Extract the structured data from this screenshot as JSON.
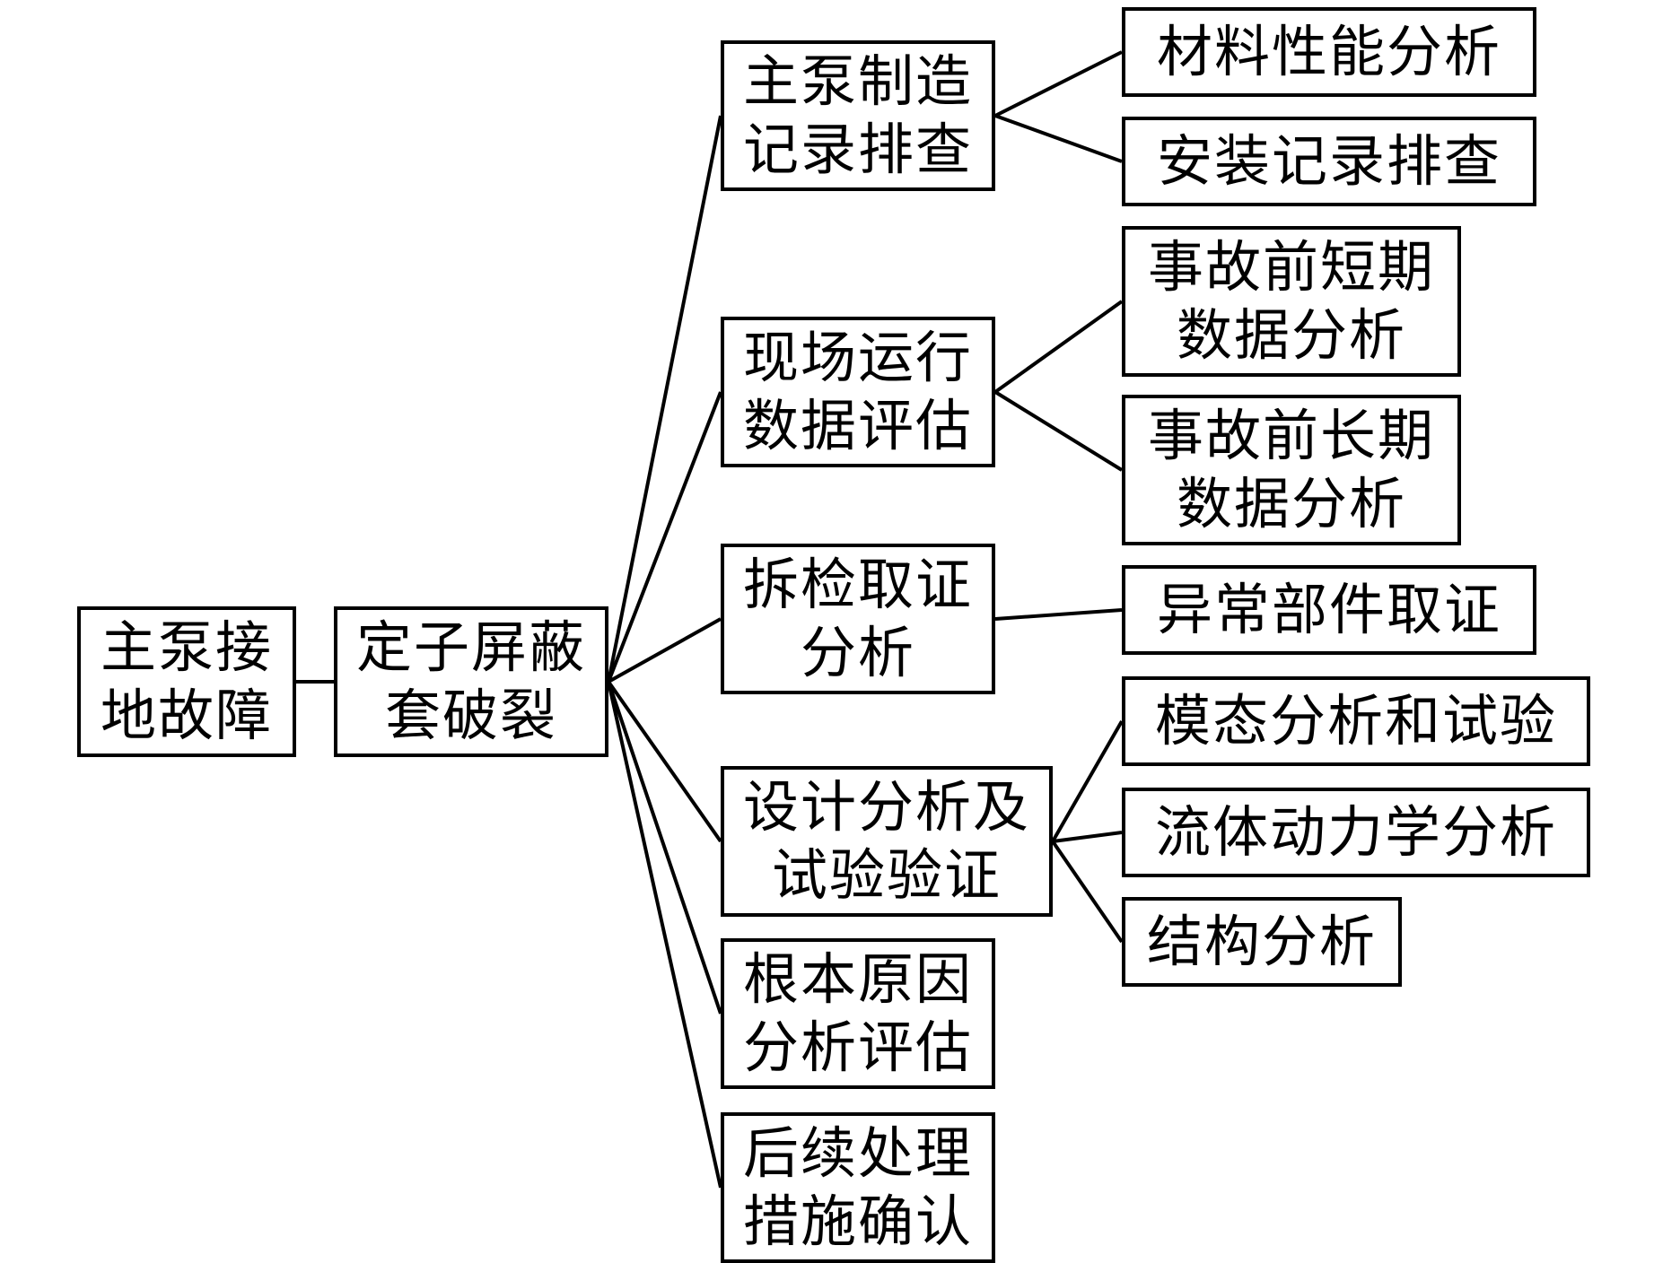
{
  "diagram": {
    "root": {
      "id": "root",
      "label": "主泵接\n地故障",
      "child": {
        "id": "stator",
        "label": "定子屏蔽\n套破裂",
        "children": [
          {
            "id": "manufacturing",
            "label": "主泵制造\n记录排查",
            "children": [
              {
                "id": "material",
                "label": "材料性能分析"
              },
              {
                "id": "installation",
                "label": "安装记录排查"
              }
            ]
          },
          {
            "id": "operation",
            "label": "现场运行\n数据评估",
            "children": [
              {
                "id": "short-term",
                "label": "事故前短期\n数据分析"
              },
              {
                "id": "long-term",
                "label": "事故前长期\n数据分析"
              }
            ]
          },
          {
            "id": "teardown",
            "label": "拆检取证\n分析",
            "children": [
              {
                "id": "abnormal-parts",
                "label": "异常部件取证"
              }
            ]
          },
          {
            "id": "design",
            "label": "设计分析及\n试验验证",
            "children": [
              {
                "id": "modal",
                "label": "模态分析和试验"
              },
              {
                "id": "cfd",
                "label": "流体动力学分析"
              },
              {
                "id": "structural",
                "label": "结构分析"
              }
            ]
          },
          {
            "id": "root-cause",
            "label": "根本原因\n分析评估"
          },
          {
            "id": "follow-up",
            "label": "后续处理\n措施确认"
          }
        ]
      }
    }
  }
}
